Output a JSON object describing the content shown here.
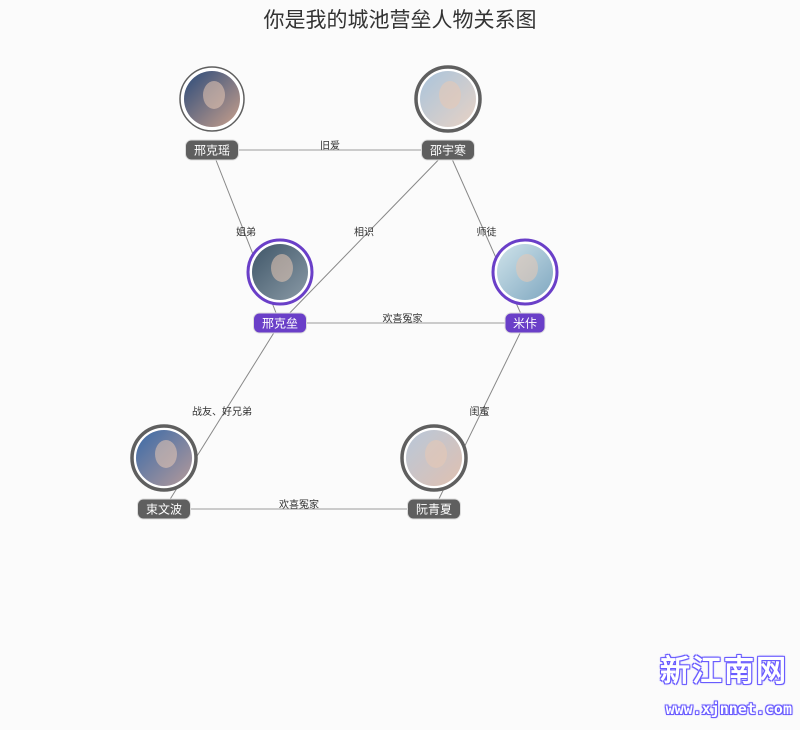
{
  "title": "你是我的城池营垒人物关系图",
  "colors": {
    "main": "#6a3fc8",
    "default": "#5f5f5f",
    "edge": "#999999",
    "watermark": "#6a5cff"
  },
  "nodes": [
    {
      "id": "xky",
      "name": "邢克瑶",
      "main": false
    },
    {
      "id": "syh",
      "name": "邵宇寒",
      "main": false
    },
    {
      "id": "xkl",
      "name": "邢克垒",
      "main": true
    },
    {
      "id": "mj",
      "name": "米佧",
      "main": true
    },
    {
      "id": "swb",
      "name": "束文波",
      "main": false
    },
    {
      "id": "rqx",
      "name": "阮青夏",
      "main": false
    }
  ],
  "edges": [
    {
      "source": "xky",
      "target": "syh",
      "label": "旧爱"
    },
    {
      "source": "xky",
      "target": "xkl",
      "label": "姐弟"
    },
    {
      "source": "syh",
      "target": "xkl",
      "label": "相识"
    },
    {
      "source": "syh",
      "target": "mj",
      "label": "师徒"
    },
    {
      "source": "xkl",
      "target": "mj",
      "label": "欢喜冤家"
    },
    {
      "source": "xkl",
      "target": "swb",
      "label": "战友、好兄弟"
    },
    {
      "source": "mj",
      "target": "rqx",
      "label": "闺蜜"
    },
    {
      "source": "swb",
      "target": "rqx",
      "label": "欢喜冤家"
    }
  ],
  "watermark": {
    "name": "新江南网",
    "url": "www.xjnnet.com"
  }
}
